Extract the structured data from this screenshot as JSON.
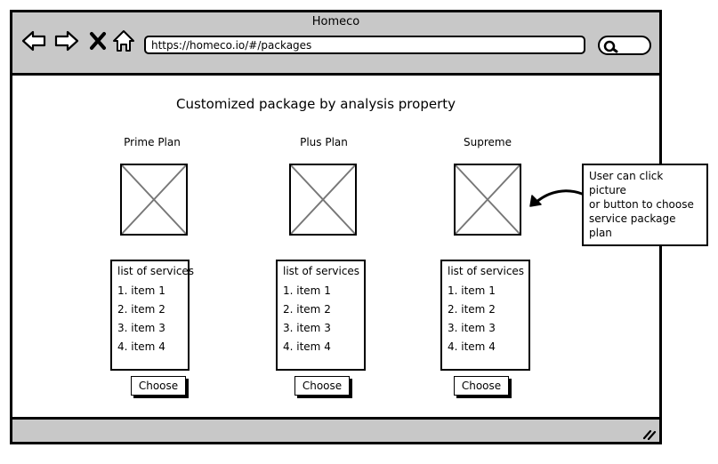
{
  "browser": {
    "title": "Homeco",
    "url": "https://homeco.io/#/packages"
  },
  "page": {
    "title": "Customized package by analysis property"
  },
  "plans": [
    {
      "name": "Prime Plan",
      "services_title": "list of services",
      "items": [
        "1. item 1",
        "2. item 2",
        "3. item 3",
        "4. item 4"
      ],
      "button_label": "Choose"
    },
    {
      "name": "Plus Plan",
      "services_title": "list of services",
      "items": [
        "1. item 1",
        "2. item 2",
        "3. item 3",
        "4. item 4"
      ],
      "button_label": "Choose"
    },
    {
      "name": "Supreme",
      "services_title": "list of services",
      "items": [
        "1. item 1",
        "2. item 2",
        "3. item 3",
        "4. item 4"
      ],
      "button_label": "Choose"
    }
  ],
  "note": {
    "lines": [
      "User can click",
      "picture",
      "or button to choose",
      "service package",
      "plan"
    ]
  },
  "icons": {
    "back": "back-arrow-icon",
    "forward": "forward-arrow-icon",
    "close": "close-icon",
    "home": "home-icon",
    "search": "search-icon",
    "placeholder": "image-placeholder-icon",
    "grip": "resize-grip-icon"
  },
  "colors": {
    "chrome": "#c8c8c8",
    "border": "#000000",
    "content_bg": "#ffffff"
  }
}
